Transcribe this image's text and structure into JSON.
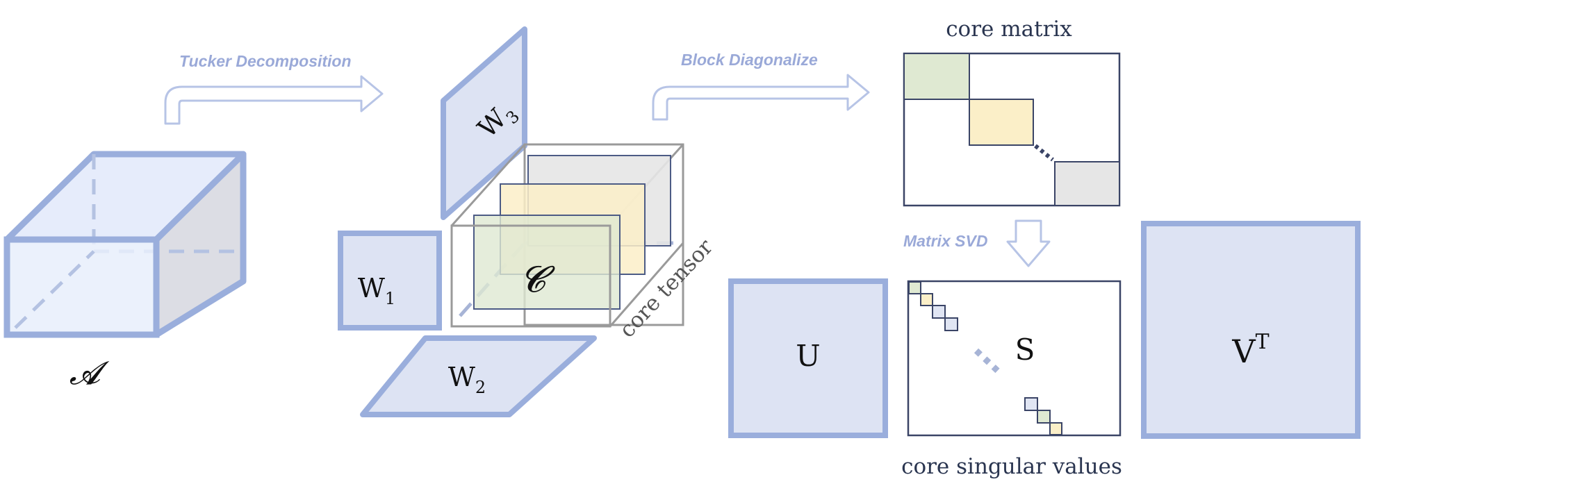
{
  "arrows": {
    "tucker": "Tucker Decomposition",
    "block": "Block Diagonalize",
    "svd": "Matrix SVD"
  },
  "labels": {
    "tensor_a": "𝓐",
    "core_c": "𝓒",
    "w1": "W",
    "w1_sub": "1",
    "w2": "W",
    "w2_sub": "2",
    "w3": "W",
    "w3_sub": "3",
    "core_tensor": "core tensor",
    "core_matrix": "core matrix",
    "u": "U",
    "s": "S",
    "vt": "V",
    "vt_sup": "T",
    "core_singular_values": "core singular values"
  },
  "colors": {
    "blue_fill": "#dde3f3",
    "blue_stroke": "#9aaedc",
    "green": "#dfe9d2",
    "yellow": "#fbefc8",
    "gray": "#e6e6e6",
    "text": "#2a3550",
    "arrow_label": "#9aa9d8"
  }
}
